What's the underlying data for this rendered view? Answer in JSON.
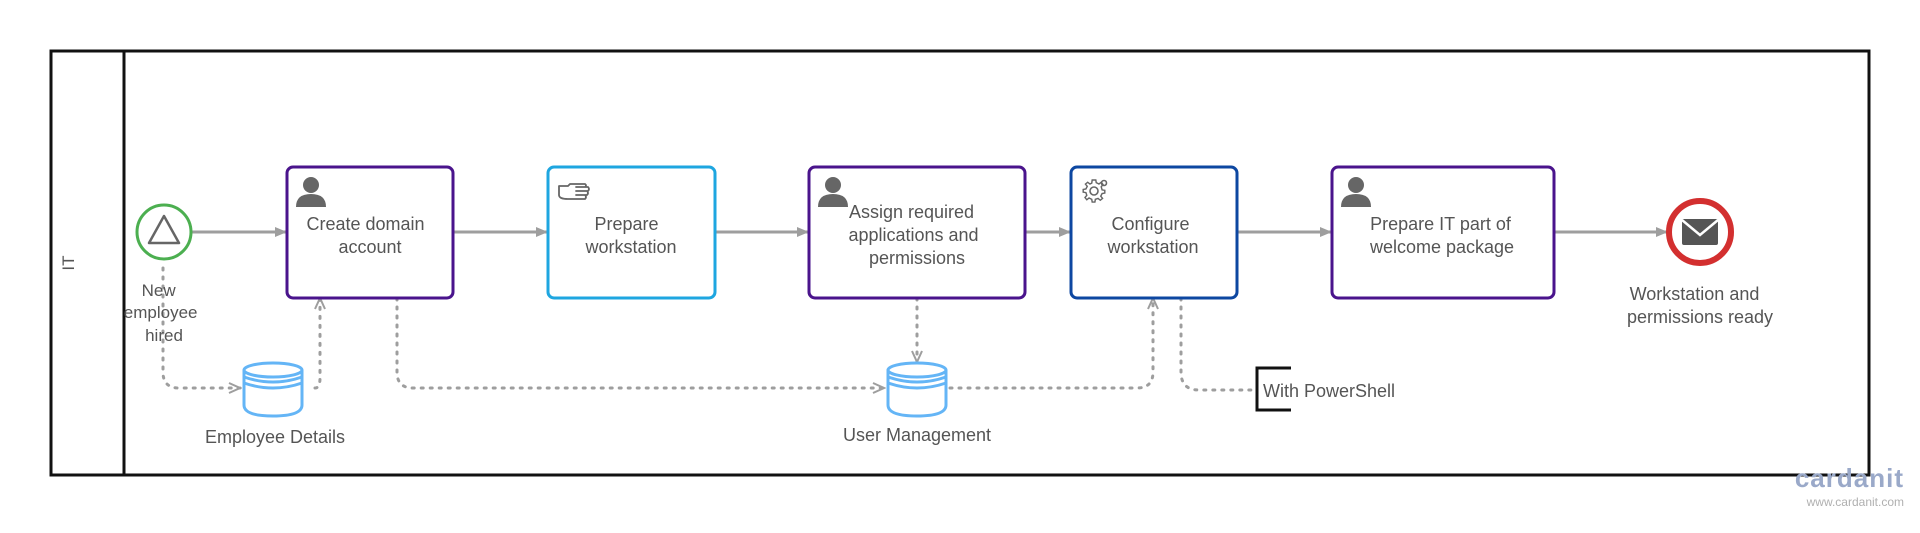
{
  "pool": {
    "lane_label": "IT"
  },
  "start_event": {
    "label_lines": [
      "New",
      "employee",
      "hired"
    ],
    "color": "#4caf50"
  },
  "end_event": {
    "label_lines": [
      "Workstation and",
      "permissions ready"
    ],
    "color": "#d32f2f"
  },
  "tasks": {
    "create_domain_account": {
      "type": "user",
      "lines": [
        "Create domain",
        "account"
      ],
      "border_color": "#4a148c"
    },
    "prepare_workstation": {
      "type": "manual",
      "lines": [
        "Prepare",
        "workstation"
      ],
      "border_color": "#1ea6e0"
    },
    "assign_permissions": {
      "type": "user",
      "lines": [
        "Assign required",
        "applications and",
        "permissions"
      ],
      "border_color": "#4a148c"
    },
    "configure_workstation": {
      "type": "service",
      "lines": [
        "Configure",
        "workstation"
      ],
      "border_color": "#0d47a1"
    },
    "prepare_it_welcome": {
      "type": "user",
      "lines": [
        "Prepare IT part of",
        "welcome package"
      ],
      "border_color": "#4a148c"
    }
  },
  "data_stores": {
    "employee_details": {
      "label": "Employee Details",
      "color": "#64b5f6"
    },
    "user_management": {
      "label": "User Management",
      "color": "#64b5f6"
    }
  },
  "annotation": {
    "text": "With PowerShell"
  },
  "branding": {
    "logo_text": "cardanit",
    "url": "www.cardanit.com"
  },
  "colors": {
    "flow": "#9e9e9e",
    "text": "#555555",
    "icon": "#666666"
  }
}
